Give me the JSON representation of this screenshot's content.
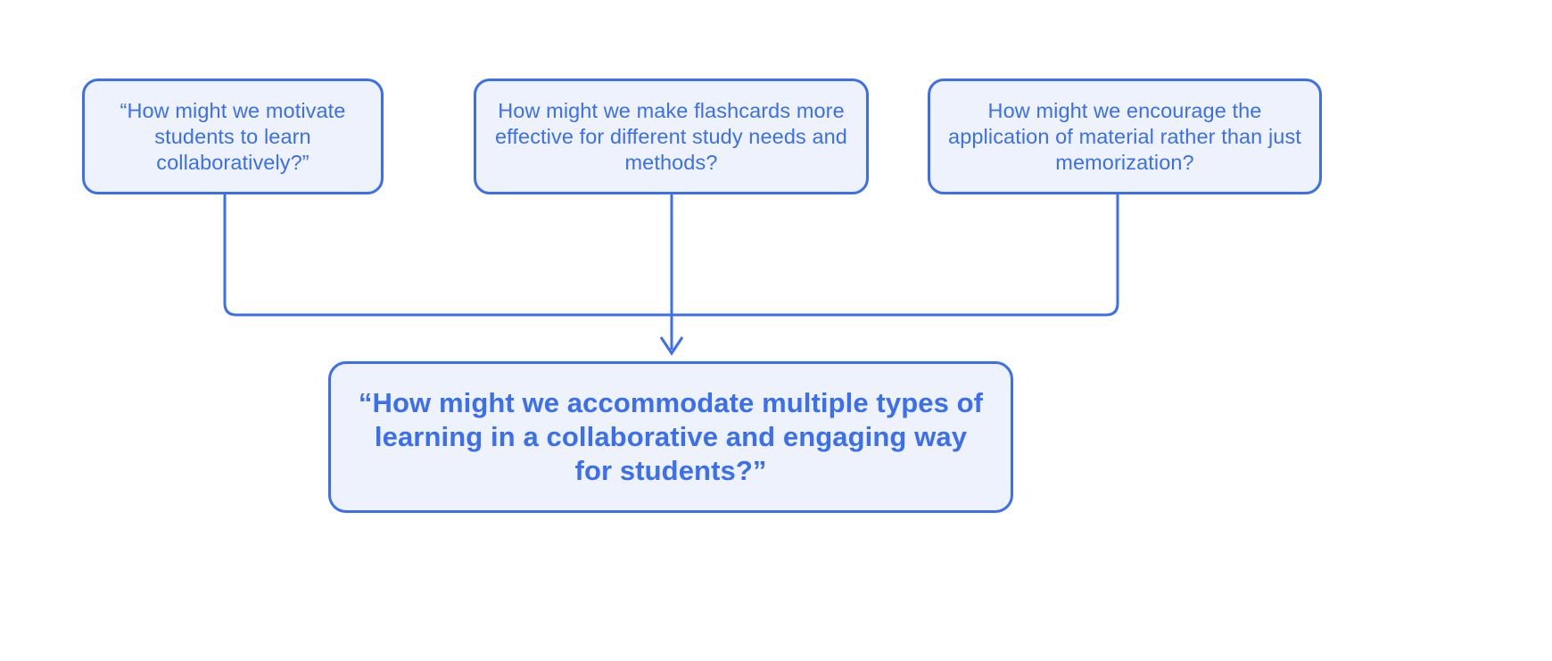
{
  "diagram": {
    "type": "convergent-flow",
    "theme": {
      "background": "#ffffff",
      "node_fill": "#eef2fc",
      "node_border": "#3b6ff0",
      "text_color": "#3b6ff0",
      "connector_color": "#3b6ff0"
    },
    "inputs": [
      {
        "id": "hmw-motivate",
        "label": "“How might we motivate students to learn collaboratively?”"
      },
      {
        "id": "hmw-flashcards",
        "label": "How might we make flashcards more effective for different study needs and methods?"
      },
      {
        "id": "hmw-application",
        "label": "How might we encourage the application of material rather than just memorization?"
      }
    ],
    "output": {
      "id": "hmw-synthesis",
      "label": "“How might we accommodate multiple types of learning in a collaborative and engaging way for students?”"
    },
    "connectors": {
      "arrow_icon": "arrow-down-icon",
      "count": 3,
      "merge_style": "elbow-to-single-arrow"
    }
  }
}
